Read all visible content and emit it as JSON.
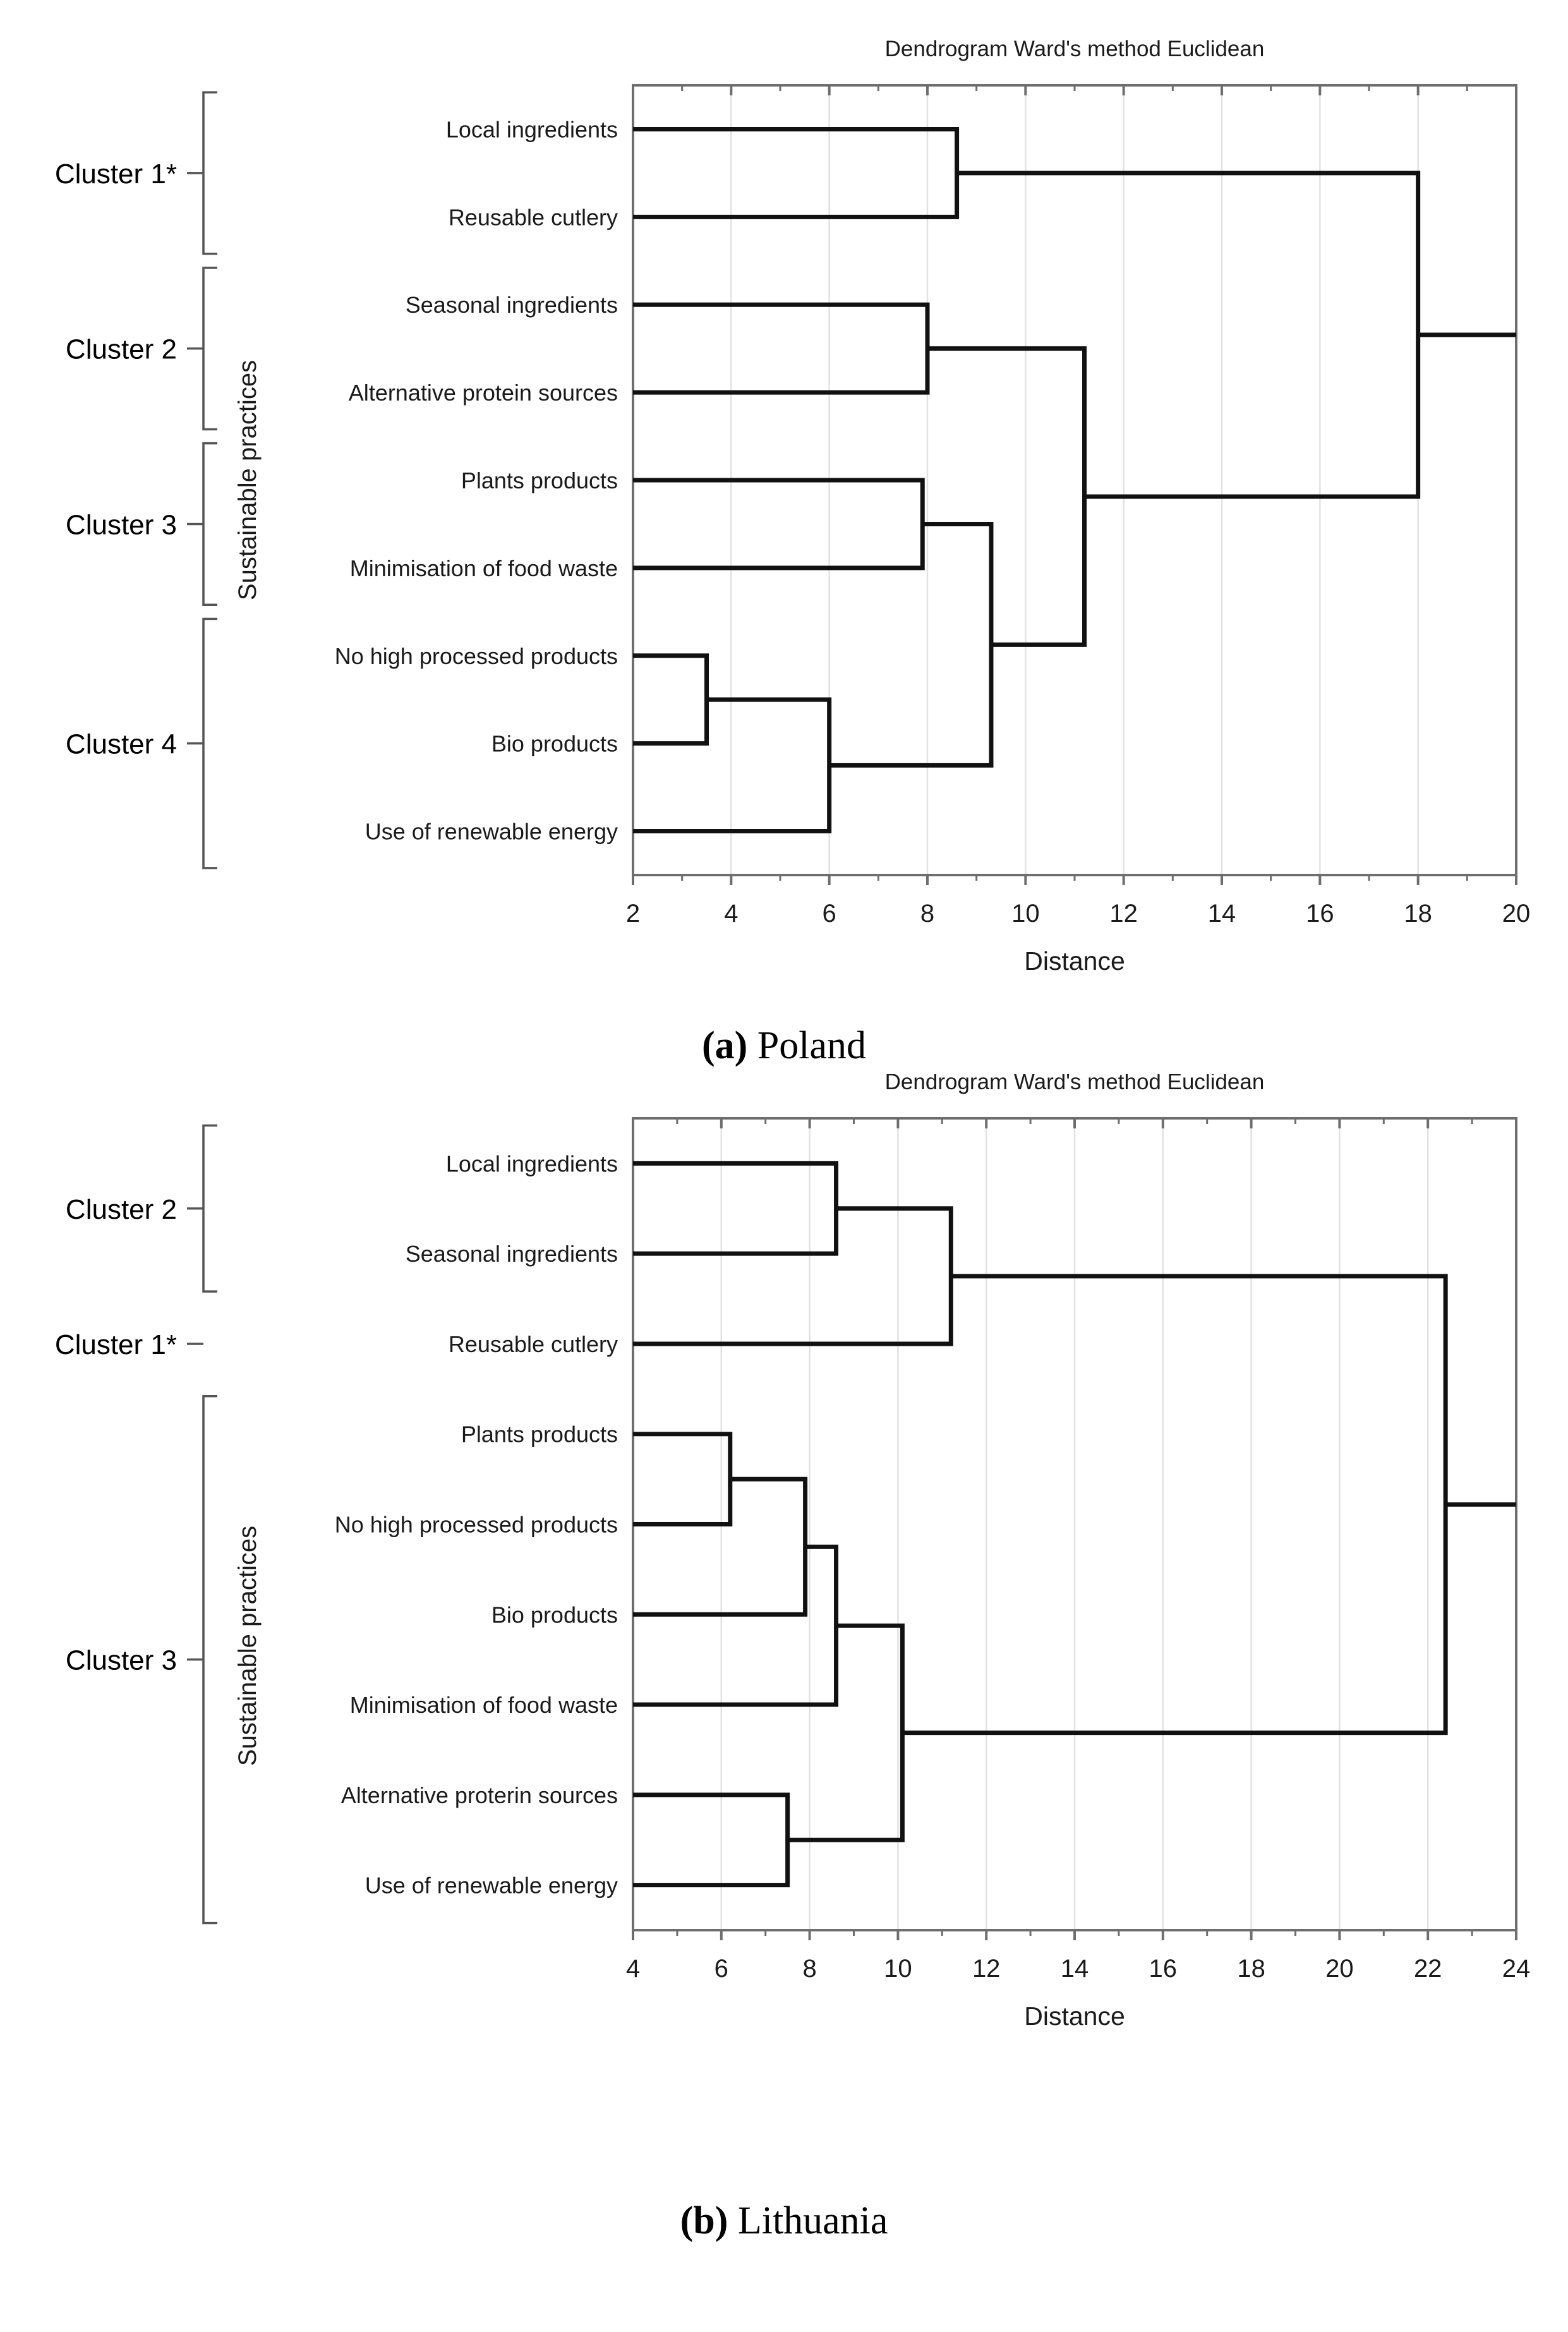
{
  "figure": {
    "panels": [
      {
        "id": "a",
        "caption_letter": "(a)",
        "caption_text": "Poland",
        "title": "Dendrogram Ward's method Euclidean",
        "axis_title": "Distance",
        "y_axis_label": "Sustainable practices",
        "cluster_labels": [
          "Cluster 1*",
          "Cluster 2",
          "Cluster 3",
          "Cluster 4"
        ]
      },
      {
        "id": "b",
        "caption_letter": "(b)",
        "caption_text": "Lithuania",
        "title": "Dendrogram Ward's method Euclidean",
        "axis_title": "Distance",
        "y_axis_label": "Sustainable practices",
        "cluster_labels": [
          "Cluster 2",
          "Cluster 1*",
          "Cluster 3"
        ]
      }
    ]
  },
  "chart_data": [
    {
      "type": "dendrogram",
      "panel": "a",
      "panel_caption": "(a) Poland",
      "title": "Dendrogram Ward's method Euclidean",
      "xlabel": "Distance",
      "ylabel": "Sustainable practices",
      "xlim": [
        2,
        20
      ],
      "xticks": [
        2,
        4,
        6,
        8,
        10,
        12,
        14,
        16,
        18,
        20
      ],
      "xtick_labels": [
        "2",
        "4",
        "6",
        "8",
        "10",
        "12",
        "14",
        "16",
        "18",
        "20"
      ],
      "minor_tick_step": 1,
      "grid": "vertical",
      "orientation": "horizontal-leaves-left",
      "leaves": [
        "Local ingredients",
        "Reusable cutlery",
        "Seasonal ingredients",
        "Alternative protein sources",
        "Plants products",
        "Minimisation of food waste",
        "No high processed products",
        "Bio products",
        "Use of renewable energy"
      ],
      "merges": [
        {
          "id": "m1",
          "children": [
            "Local ingredients",
            "Reusable cutlery"
          ],
          "distance": 8.6
        },
        {
          "id": "m2",
          "children": [
            "Seasonal ingredients",
            "Alternative protein sources"
          ],
          "distance": 8.0
        },
        {
          "id": "m3",
          "children": [
            "Plants products",
            "Minimisation of food waste"
          ],
          "distance": 7.9
        },
        {
          "id": "m4",
          "children": [
            "No high processed products",
            "Bio products"
          ],
          "distance": 3.5
        },
        {
          "id": "m5",
          "children": [
            "m4",
            "Use of renewable energy"
          ],
          "distance": 6.0
        },
        {
          "id": "m6",
          "children": [
            "m3",
            "m5"
          ],
          "distance": 9.3
        },
        {
          "id": "m7",
          "children": [
            "m2",
            "m6"
          ],
          "distance": 11.2
        },
        {
          "id": "m8",
          "children": [
            "m1",
            "m7"
          ],
          "distance": 18.0
        }
      ],
      "clusters": [
        {
          "label": "Cluster 1*",
          "members": [
            "Local ingredients",
            "Reusable cutlery"
          ]
        },
        {
          "label": "Cluster 2",
          "members": [
            "Seasonal ingredients",
            "Alternative protein sources"
          ]
        },
        {
          "label": "Cluster 3",
          "members": [
            "Plants products",
            "Minimisation of food waste"
          ]
        },
        {
          "label": "Cluster 4",
          "members": [
            "No high processed products",
            "Bio products",
            "Use of renewable energy"
          ]
        }
      ]
    },
    {
      "type": "dendrogram",
      "panel": "b",
      "panel_caption": "(b) Lithuania",
      "title": "Dendrogram Ward's method Euclidean",
      "xlabel": "Distance",
      "ylabel": "Sustainable practices",
      "xlim": [
        4,
        24
      ],
      "xticks": [
        4,
        6,
        8,
        10,
        12,
        14,
        16,
        18,
        20,
        22,
        24
      ],
      "xtick_labels": [
        "4",
        "6",
        "8",
        "10",
        "12",
        "14",
        "16",
        "18",
        "20",
        "22",
        "24"
      ],
      "minor_tick_step": 1,
      "grid": "vertical",
      "orientation": "horizontal-leaves-left",
      "leaves": [
        "Local ingredients",
        "Seasonal ingredients",
        "Reusable cutlery",
        "Plants products",
        "No high processed products",
        "Bio products",
        "Minimisation of food waste",
        "Alternative proterin sources",
        "Use of renewable energy"
      ],
      "merges": [
        {
          "id": "m1",
          "children": [
            "Local ingredients",
            "Seasonal ingredients"
          ],
          "distance": 8.6
        },
        {
          "id": "m2",
          "children": [
            "m1",
            "Reusable cutlery"
          ],
          "distance": 11.2
        },
        {
          "id": "m3",
          "children": [
            "Plants products",
            "No high processed products"
          ],
          "distance": 6.2
        },
        {
          "id": "m4",
          "children": [
            "m3",
            "Bio products"
          ],
          "distance": 7.9
        },
        {
          "id": "m5",
          "children": [
            "m4",
            "Minimisation of food waste"
          ],
          "distance": 8.6
        },
        {
          "id": "m6",
          "children": [
            "Alternative proterin sources",
            "Use of renewable energy"
          ],
          "distance": 7.5
        },
        {
          "id": "m7",
          "children": [
            "m5",
            "m6"
          ],
          "distance": 10.1
        },
        {
          "id": "m8",
          "children": [
            "m2",
            "m7"
          ],
          "distance": 22.4
        }
      ],
      "clusters": [
        {
          "label": "Cluster 2",
          "members": [
            "Local ingredients",
            "Seasonal ingredients"
          ]
        },
        {
          "label": "Cluster 1*",
          "members": [
            "Reusable cutlery"
          ]
        },
        {
          "label": "Cluster 3",
          "members": [
            "Plants products",
            "No high processed products",
            "Bio products",
            "Minimisation of food waste",
            "Alternative proterin sources",
            "Use of renewable energy"
          ]
        }
      ]
    }
  ],
  "colors": {
    "text": "#1a1a1a",
    "branch": "#111111",
    "gridline": "#e2e2e2",
    "axis": "#6e6e6e",
    "bracket": "#555555",
    "background": "#ffffff"
  }
}
